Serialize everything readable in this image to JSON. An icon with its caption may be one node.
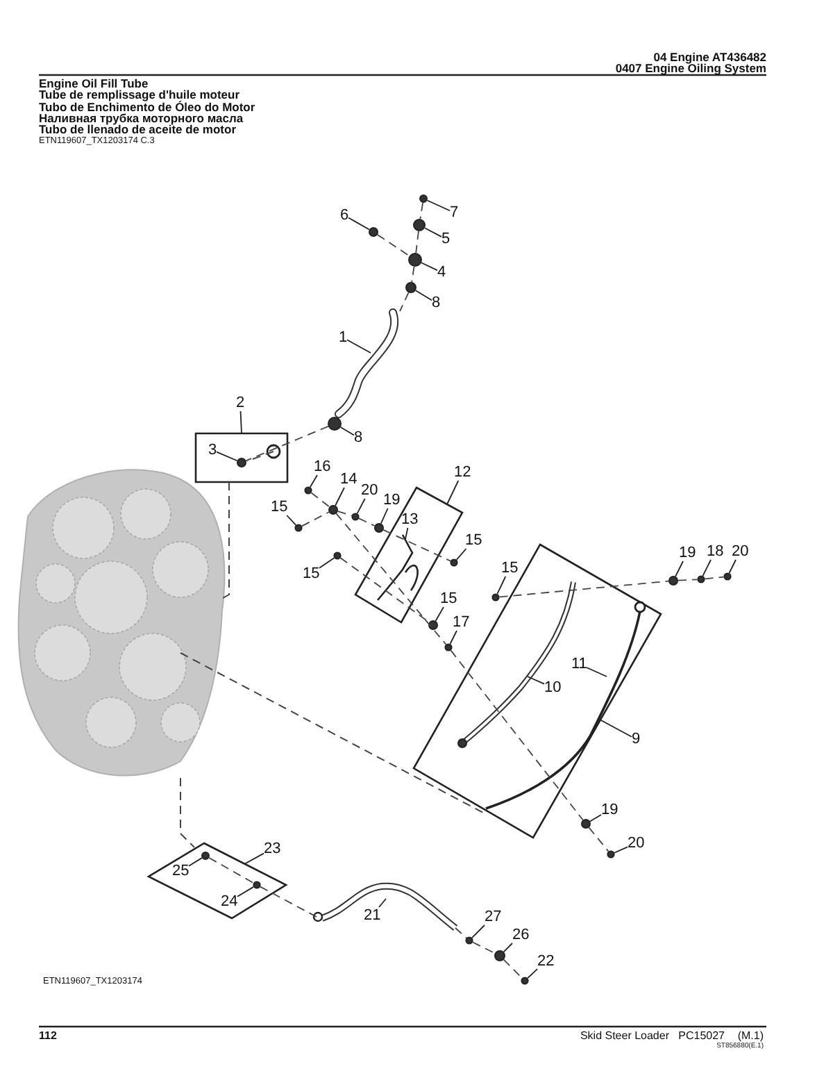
{
  "diagram": {
    "title": "Engine Oil Fill Tube",
    "nodes": [
      {
        "text": [
          "7"
        ]
      },
      {
        "text": [
          "6"
        ]
      },
      {
        "text": [
          "5"
        ]
      },
      {
        "text": [
          "4"
        ]
      },
      {
        "text": [
          "8"
        ]
      },
      {
        "text": [
          "1"
        ]
      },
      {
        "text": [
          "2"
        ]
      },
      {
        "text": [
          "8"
        ]
      },
      {
        "text": [
          "3"
        ]
      },
      {
        "text": [
          "16"
        ]
      },
      {
        "text": [
          "12"
        ]
      },
      {
        "text": [
          "14"
        ]
      },
      {
        "text": [
          "20"
        ]
      },
      {
        "text": [
          "19"
        ]
      },
      {
        "text": [
          "15"
        ]
      },
      {
        "text": [
          "13"
        ]
      },
      {
        "text": [
          "15"
        ]
      },
      {
        "text": [
          "20"
        ]
      },
      {
        "text": [
          "18"
        ]
      },
      {
        "text": [
          "19"
        ]
      },
      {
        "text": [
          "15"
        ]
      },
      {
        "text": [
          "15"
        ]
      },
      {
        "text": [
          "15"
        ]
      },
      {
        "text": [
          "17"
        ]
      },
      {
        "text": [
          "11"
        ]
      },
      {
        "text": [
          "10"
        ]
      },
      {
        "text": [
          "9"
        ]
      },
      {
        "text": [
          "19"
        ]
      },
      {
        "text": [
          "20"
        ]
      },
      {
        "text": [
          "23"
        ]
      },
      {
        "text": [
          "25"
        ]
      },
      {
        "text": [
          "24"
        ]
      },
      {
        "text": [
          "21"
        ]
      },
      {
        "text": [
          "27"
        ]
      },
      {
        "text": [
          "26"
        ]
      },
      {
        "text": [
          "22"
        ]
      },
      {
        "text": [],
        "shape": "circle"
      },
      {
        "text": [],
        "shape": "circle"
      },
      {
        "text": [],
        "shape": "circle"
      },
      {
        "text": [],
        "shape": "circle"
      },
      {
        "text": [],
        "shape": "circle"
      },
      {
        "text": [],
        "shape": "circle"
      },
      {
        "text": [],
        "shape": "circle"
      },
      {
        "text": [],
        "shape": "circle"
      },
      {
        "text": [],
        "shape": "circle"
      },
      {
        "text": [],
        "shape": "circle"
      },
      {
        "text": [],
        "shape": "circle"
      },
      {
        "text": [],
        "shape": "circle"
      },
      {
        "text": [],
        "shape": "circle"
      },
      {
        "text": [],
        "shape": "circle"
      },
      {
        "text": [],
        "shape": "circle"
      },
      {
        "text": [],
        "shape": "circle"
      },
      {
        "text": [],
        "shape": "circle"
      },
      {
        "text": [],
        "shape": "circle"
      },
      {
        "text": [],
        "shape": "circle"
      },
      {
        "text": [],
        "shape": "circle"
      },
      {
        "text": [],
        "shape": "circle"
      },
      {
        "text": [],
        "shape": "circle"
      },
      {
        "text": [],
        "shape": "circle"
      },
      {
        "text": [],
        "shape": "circle"
      },
      {
        "text": [],
        "shape": "circle"
      },
      {
        "text": [],
        "shape": "circle"
      },
      {
        "text": [],
        "shape": "circle"
      }
    ],
    "edges": [
      {
        "from": 0,
        "to": 36,
        "arrow": "none"
      },
      {
        "from": 1,
        "to": 37,
        "arrow": "none"
      },
      {
        "from": 2,
        "to": 38,
        "arrow": "none"
      },
      {
        "from": 3,
        "to": 39,
        "arrow": "none"
      },
      {
        "from": 4,
        "to": 40,
        "arrow": "none"
      },
      {
        "from": 5,
        "to": null,
        "arrow": "none"
      },
      {
        "from": 6,
        "to": null,
        "arrow": "none"
      },
      {
        "from": 7,
        "to": 41,
        "arrow": "none"
      },
      {
        "from": 8,
        "to": 42,
        "arrow": "none"
      },
      {
        "from": 9,
        "to": 43,
        "arrow": "none"
      },
      {
        "from": 10,
        "to": null,
        "arrow": "none"
      },
      {
        "from": 11,
        "to": 44,
        "arrow": "none"
      },
      {
        "from": 12,
        "to": 45,
        "arrow": "none"
      },
      {
        "from": 13,
        "to": 46,
        "arrow": "none"
      },
      {
        "from": 14,
        "to": 47,
        "arrow": "none"
      },
      {
        "from": 15,
        "to": null,
        "arrow": "none"
      },
      {
        "from": 16,
        "to": 48,
        "arrow": "none"
      },
      {
        "from": 17,
        "to": 49,
        "arrow": "none"
      },
      {
        "from": 18,
        "to": 50,
        "arrow": "none"
      },
      {
        "from": 19,
        "to": 51,
        "arrow": "none"
      },
      {
        "from": 20,
        "to": 52,
        "arrow": "none"
      },
      {
        "from": 21,
        "to": 53,
        "arrow": "none"
      },
      {
        "from": 22,
        "to": 54,
        "arrow": "none"
      },
      {
        "from": 23,
        "to": 55,
        "arrow": "none"
      },
      {
        "from": 24,
        "to": null,
        "arrow": "none"
      },
      {
        "from": 25,
        "to": null,
        "arrow": "none"
      },
      {
        "from": 26,
        "to": null,
        "arrow": "none"
      },
      {
        "from": 27,
        "to": 56,
        "arrow": "none"
      },
      {
        "from": 28,
        "to": 57,
        "arrow": "none"
      },
      {
        "from": 29,
        "to": null,
        "arrow": "none"
      },
      {
        "from": 30,
        "to": 58,
        "arrow": "none"
      },
      {
        "from": 31,
        "to": 59,
        "arrow": "none"
      },
      {
        "from": 32,
        "to": null,
        "arrow": "none"
      },
      {
        "from": 33,
        "to": 60,
        "arrow": "none"
      },
      {
        "from": 34,
        "to": 61,
        "arrow": "none"
      },
      {
        "from": 35,
        "to": 62,
        "arrow": "none"
      },
      {
        "from": 36,
        "to": 38,
        "arrow": "none",
        "style": "dashed"
      },
      {
        "from": 38,
        "to": 39,
        "arrow": "none",
        "style": "dashed"
      },
      {
        "from": 39,
        "to": 40,
        "arrow": "none",
        "style": "dashed"
      },
      {
        "from": 40,
        "to": null,
        "arrow": "none",
        "style": "dashed"
      },
      {
        "from": 37,
        "to": 39,
        "arrow": "none",
        "style": "dashed"
      },
      {
        "from": 41,
        "to": 42,
        "arrow": "none",
        "style": "dashed"
      },
      {
        "from": 43,
        "to": 44,
        "arrow": "none",
        "style": "dashed"
      },
      {
        "from": 44,
        "to": 55,
        "arrow": "none",
        "style": "dashed"
      },
      {
        "from": 55,
        "to": 56,
        "arrow": "none",
        "style": "dashed"
      },
      {
        "from": 56,
        "to": 57,
        "arrow": "none",
        "style": "dashed"
      },
      {
        "from": 47,
        "to": 44,
        "arrow": "none",
        "style": "dashed"
      },
      {
        "from": 44,
        "to": 45,
        "arrow": "none",
        "style": "dashed"
      },
      {
        "from": 45,
        "to": 46,
        "arrow": "none",
        "style": "dashed"
      },
      {
        "from": 46,
        "to": 48,
        "arrow": "none",
        "style": "dashed"
      },
      {
        "from": 53,
        "to": 54,
        "arrow": "none",
        "style": "dashed"
      },
      {
        "from": 52,
        "to": 51,
        "arrow": "none",
        "style": "dashed"
      },
      {
        "from": 51,
        "to": 50,
        "arrow": "none",
        "style": "dashed"
      },
      {
        "from": 50,
        "to": 49,
        "arrow": "none",
        "style": "dashed"
      },
      {
        "from": 58,
        "to": 59,
        "arrow": "none",
        "style": "dashed"
      },
      {
        "from": 59,
        "to": null,
        "arrow": "none",
        "style": "dashed"
      },
      {
        "from": null,
        "to": 60,
        "arrow": "none",
        "style": "dashed"
      },
      {
        "from": 60,
        "to": 61,
        "arrow": "none",
        "style": "dashed"
      },
      {
        "from": 61,
        "to": 62,
        "arrow": "none",
        "style": "dashed"
      }
    ],
    "labels": [
      "04 Engine AT436482",
      "0407 Engine Oiling System",
      "Tube de remplissage d'huile moteur",
      "Tubo de Enchimento de Óleo do Motor",
      "Наливная трубка моторного масла",
      "Tubo de llenado de aceite de motor",
      "ETN119607_TX1203174 C.3",
      "ETN119607_TX1203174",
      "112",
      "Skid Steer Loader",
      "PC15027",
      "(M.1)",
      "ST856880(E.1)"
    ]
  }
}
